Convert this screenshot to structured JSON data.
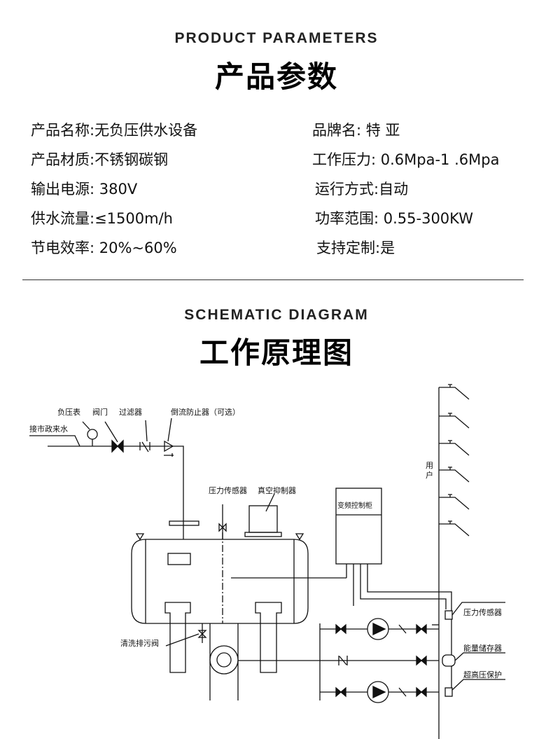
{
  "params_section": {
    "title_en": "PRODUCT PARAMETERS",
    "title_cn": "产品参数",
    "left": [
      "产品名称:无负压供水设备",
      "产品材质:不锈钢碳钢",
      "输出电源: 380V",
      "供水流量:≤1500m/h",
      "节电效率: 20%~60%"
    ],
    "right": [
      "品牌名: 特 亚",
      "工作压力: 0.6Mpa-1 .6Mpa",
      "运行方式:自动",
      "功率范围: 0.55-300KW",
      "支持定制:是"
    ]
  },
  "diagram_section": {
    "title_en": "SCHEMATIC DIAGRAM",
    "title_cn": "工作原理图",
    "labels": {
      "inlet": "接市政来水",
      "gauge": "负压表",
      "valve": "阀门",
      "filter": "过滤器",
      "backflow": "倒流防止器（可选）",
      "pressure_sensor_top": "压力传感器",
      "vacuum": "真空抑制器",
      "cabinet": "变频控制柜",
      "user_1": "用",
      "user_2": "户",
      "pressure_sensor": "压力传感器",
      "accumulator": "能量储存器",
      "overpressure": "超高压保护",
      "drain": "清洗排污阀"
    }
  }
}
